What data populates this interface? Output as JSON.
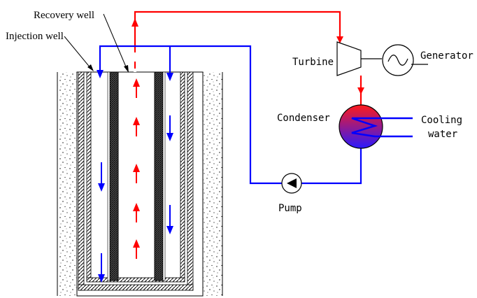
{
  "labels": {
    "recovery_well": "Recovery well",
    "injection_well": "Injection well",
    "turbine": "Turbine",
    "generator": "Generator",
    "condenser": "Condenser",
    "cooling_line1": "Cooling",
    "cooling_line2": "water",
    "pump": "Pump"
  },
  "colors": {
    "hot_fluid": "#ff0000",
    "cold_fluid": "#0000ff",
    "outline": "#000000",
    "condenser_top": "#ff1a1a",
    "condenser_bottom": "#2a1aff"
  }
}
